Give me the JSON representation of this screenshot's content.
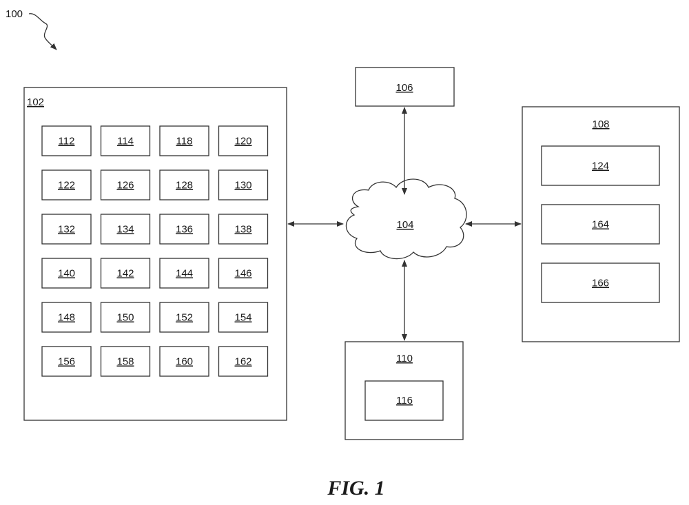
{
  "diagram": {
    "reference_numeral": "100",
    "figure_caption": "FIG. 1",
    "outer_boxes": [
      {
        "id": "102",
        "label": "102"
      },
      {
        "id": "106",
        "label": "106"
      },
      {
        "id": "108",
        "label": "108"
      },
      {
        "id": "110",
        "label": "110"
      }
    ],
    "cloud": {
      "id": "104",
      "label": "104"
    },
    "grid_102": [
      [
        "112",
        "114",
        "118",
        "120"
      ],
      [
        "122",
        "126",
        "128",
        "130"
      ],
      [
        "132",
        "134",
        "136",
        "138"
      ],
      [
        "140",
        "142",
        "144",
        "146"
      ],
      [
        "148",
        "150",
        "152",
        "154"
      ],
      [
        "156",
        "158",
        "160",
        "162"
      ]
    ],
    "items_108": [
      "124",
      "164",
      "166"
    ],
    "items_110": [
      "116"
    ],
    "connections": [
      {
        "from": "102",
        "to": "104",
        "bidirectional": true
      },
      {
        "from": "104",
        "to": "106",
        "bidirectional": true
      },
      {
        "from": "104",
        "to": "108",
        "bidirectional": true
      },
      {
        "from": "104",
        "to": "110",
        "bidirectional": true
      }
    ]
  }
}
